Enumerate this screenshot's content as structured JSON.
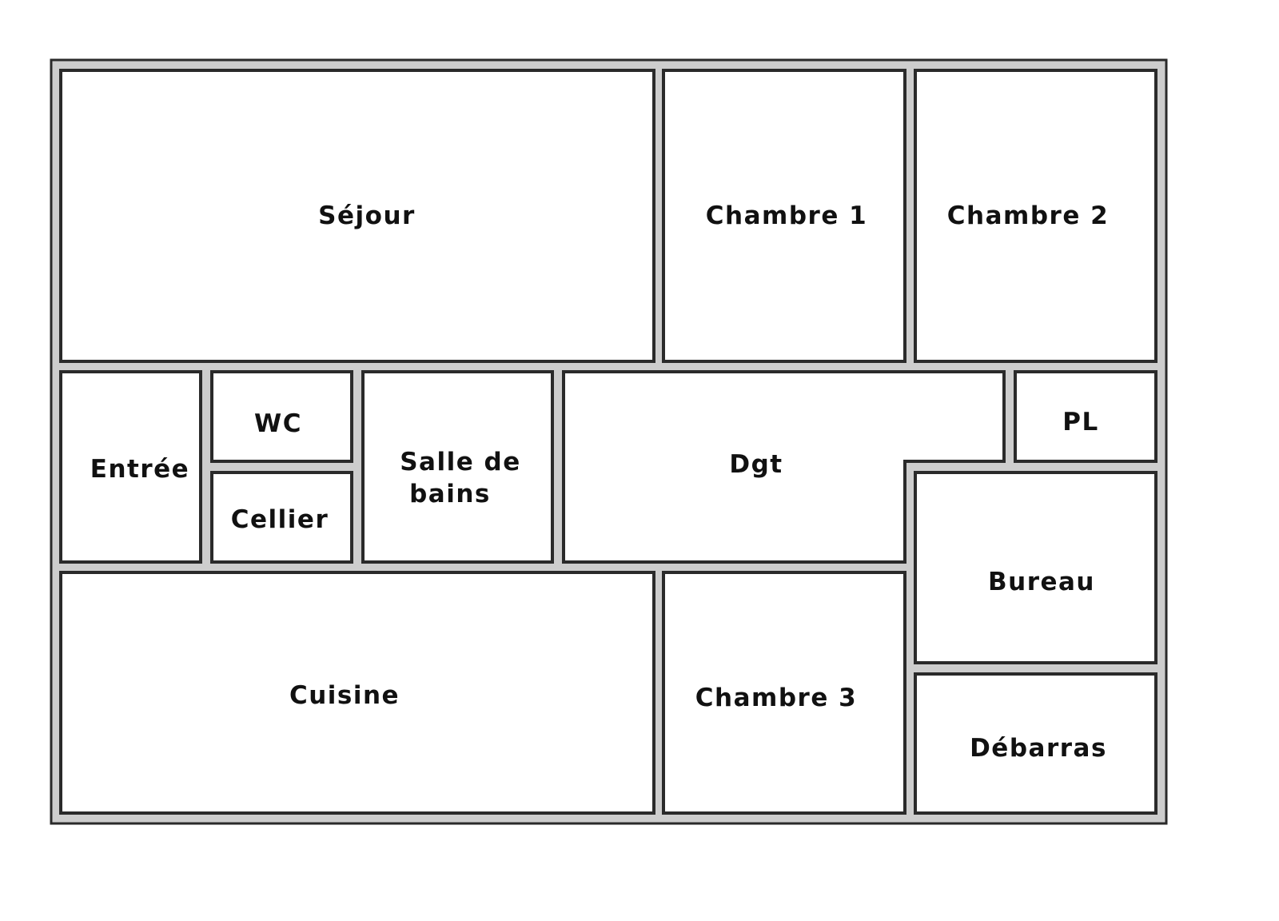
{
  "floor_plan": {
    "rooms": {
      "sejour": "Séjour",
      "chambre1": "Chambre 1",
      "chambre2": "Chambre 2",
      "entree": "Entrée",
      "wc": "WC",
      "cellier": "Cellier",
      "salle_de_bains_line1": "Salle de",
      "salle_de_bains_line2": "bains",
      "dgt": "Dgt",
      "pl": "PL",
      "bureau": "Bureau",
      "cuisine": "Cuisine",
      "chambre3": "Chambre 3",
      "debarras": "Débarras"
    },
    "colors": {
      "wall": "#cccccc",
      "outline": "#2a2a2a",
      "room": "#ffffff"
    }
  }
}
